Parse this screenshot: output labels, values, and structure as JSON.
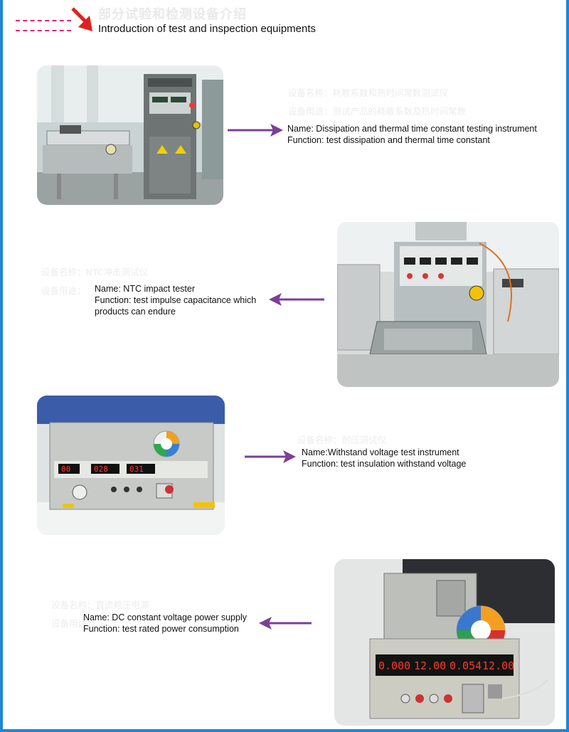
{
  "header": {
    "cn_title": "部分试验和检测设备介绍",
    "title": "Introduction of test and inspection equipments"
  },
  "equipment": [
    {
      "name": "Name: Dissipation and thermal time constant testing instrument",
      "function": "Function: test dissipation and thermal time constant",
      "ghost_name": "设备名称：耗散系数和热时间常数测试仪",
      "ghost_function": "设备用途：测试产品的耗散系数及热时间常数"
    },
    {
      "name": "Name:  NTC  impact tester",
      "function": "Function: test impulse capacitance which products can endure",
      "ghost_name": "设备名称：NTC冲击测试仪",
      "ghost_function": "设备用途："
    },
    {
      "name": "Name:Withstand voltage test instrument",
      "function": "Function: test insulation withstand voltage",
      "ghost_name": "设备名称：耐压测试仪"
    },
    {
      "name": "Name: DC constant voltage power supply",
      "function": "Function: test rated power consumption",
      "ghost_name": "设备名称：直流稳压电源",
      "ghost_function": "设备用途："
    }
  ],
  "colors": {
    "frame": "#1f86d6",
    "dash": "#e0287a",
    "header_arrow": "#e02020",
    "pointer_arrow": "#7b3f98"
  }
}
